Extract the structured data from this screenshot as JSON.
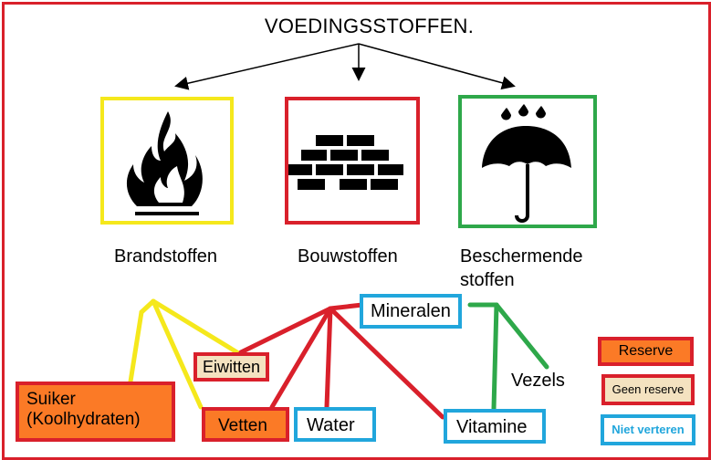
{
  "title": "VOEDINGSSTOFFEN.",
  "categories": {
    "brand": "Brandstoffen",
    "bouw": "Bouwstoffen",
    "bescherm_line1": "Beschermende",
    "bescherm_line2": "stoffen"
  },
  "nutrients": {
    "suiker_line1": "Suiker",
    "suiker_line2": "(Koolhydraten)",
    "eiwitten": "Eiwitten",
    "vetten": "Vetten",
    "water": "Water",
    "mineralen": "Mineralen",
    "vitamine": "Vitamine",
    "vezels": "Vezels"
  },
  "legend": {
    "reserve": "Reserve",
    "geen_reserve": "Geen reserve",
    "niet_verteren": "Niet verteren"
  },
  "colors": {
    "brand": "#f5e81c",
    "bouw": "#d9202b",
    "bescherm": "#2ea84a",
    "reserve_fill": "#fb7a26",
    "geen_reserve_fill": "#f4e2c0",
    "niet_verteren_border": "#21a6dc"
  },
  "icons": {
    "brand": "fire-icon",
    "bouw": "bricks-icon",
    "bescherm": "umbrella-icon"
  }
}
